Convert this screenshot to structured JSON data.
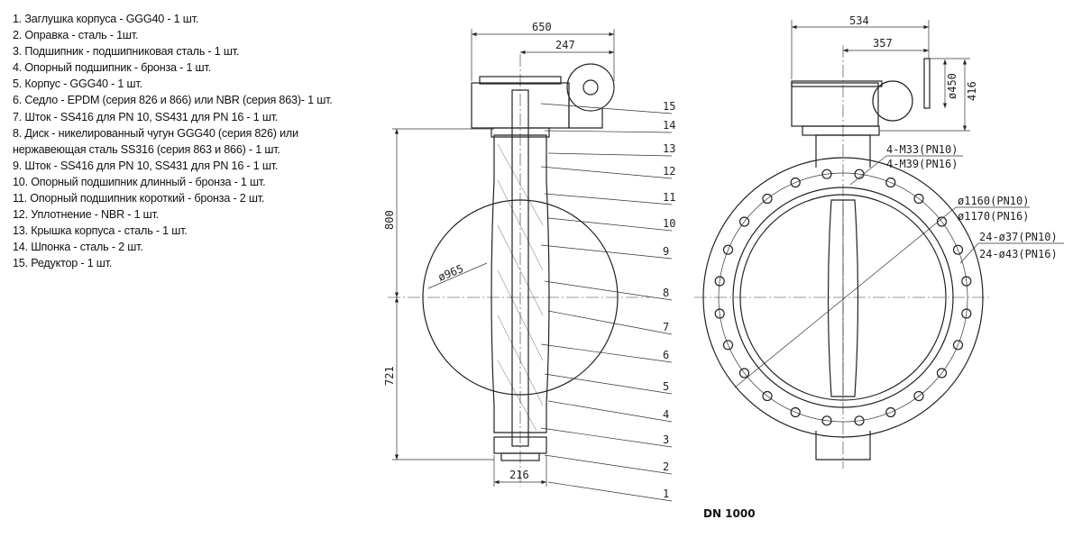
{
  "parts_list": [
    "1. Заглушка корпуса - GGG40 - 1 шт.",
    "2. Оправка - сталь - 1шт.",
    "3. Подшипник - подшипниковая сталь - 1 шт.",
    "4. Опорный подшипник - бронза - 1 шт.",
    "5. Корпус - GGG40 - 1 шт.",
    "6. Седло - EPDM (серия 826 и 866) или NBR (серия 863)- 1 шт.",
    "7. Шток - SS416 для PN 10, SS431 для PN 16 - 1 шт.",
    "8. Диск - никелированный чугун GGG40 (серия 826) или",
    "нержавеющая сталь SS316 (серия 863 и 866) - 1 шт.",
    "9. Шток - SS416 для PN 10, SS431 для PN 16 - 1 шт.",
    "10. Опорный подшипник длинный - бронза - 1 шт.",
    "11. Опорный подшипник короткий - бронза - 2 шт.",
    "12. Уплотнение - NBR - 1 шт.",
    "13. Крышка корпуса - сталь - 1 шт.",
    "14. Шпонка - сталь - 2 шт.",
    "15. Редуктор - 1 шт."
  ],
  "side_view": {
    "dims": {
      "overall_width": "650",
      "gear_offset": "247",
      "upper_height": "800",
      "lower_height": "721",
      "body_width": "216",
      "disc_diameter": "ø965"
    },
    "callouts": [
      "15",
      "14",
      "13",
      "12",
      "11",
      "10",
      "9",
      "8",
      "7",
      "6",
      "5",
      "4",
      "3",
      "2",
      "1"
    ]
  },
  "front_view": {
    "dims": {
      "overall_width": "534",
      "gear_offset": "357",
      "handwheel_diameter": "ø450",
      "gear_height": "416"
    },
    "notes": {
      "top_bolts_pn10": "4-M33(PN10)",
      "top_bolts_pn16": "4-M39(PN16)",
      "pcd_pn10": "ø1160(PN10)",
      "pcd_pn16": "ø1170(PN16)",
      "holes_pn10": "24-ø37(PN10)",
      "holes_pn16": "24-ø43(PN16)"
    },
    "bolt_hole_count": 24
  },
  "caption": "DN 1000"
}
